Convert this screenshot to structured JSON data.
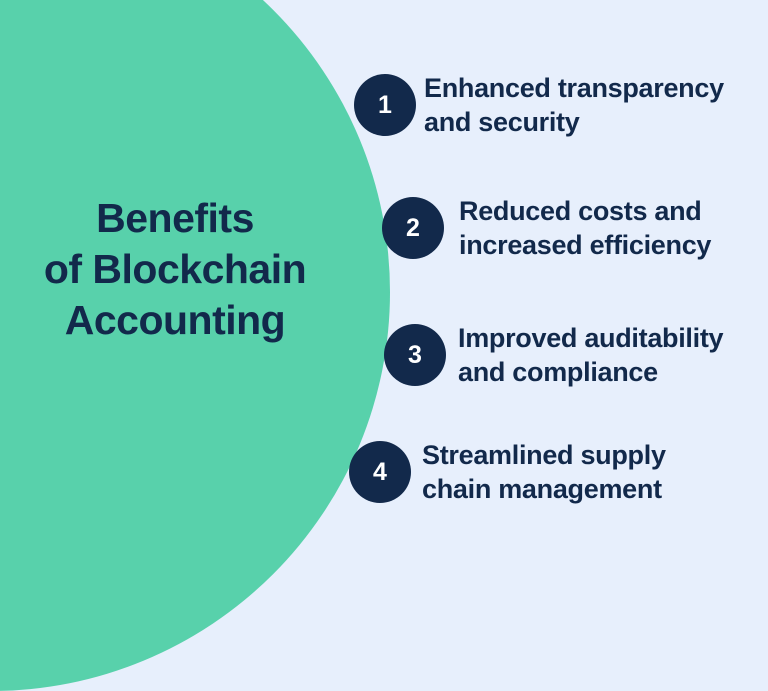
{
  "title": {
    "text": "Benefits\nof Blockchain\nAccounting"
  },
  "items": [
    {
      "number": "1",
      "label": "Enhanced transparency\nand security"
    },
    {
      "number": "2",
      "label": "Reduced costs and\nincreased efficiency"
    },
    {
      "number": "3",
      "label": "Improved auditability\nand compliance"
    },
    {
      "number": "4",
      "label": "Streamlined supply\nchain management"
    }
  ],
  "colors": {
    "green": "#58d1ab",
    "navy": "#12294b",
    "background": "#e7effc",
    "number_text": "#ffffff"
  }
}
